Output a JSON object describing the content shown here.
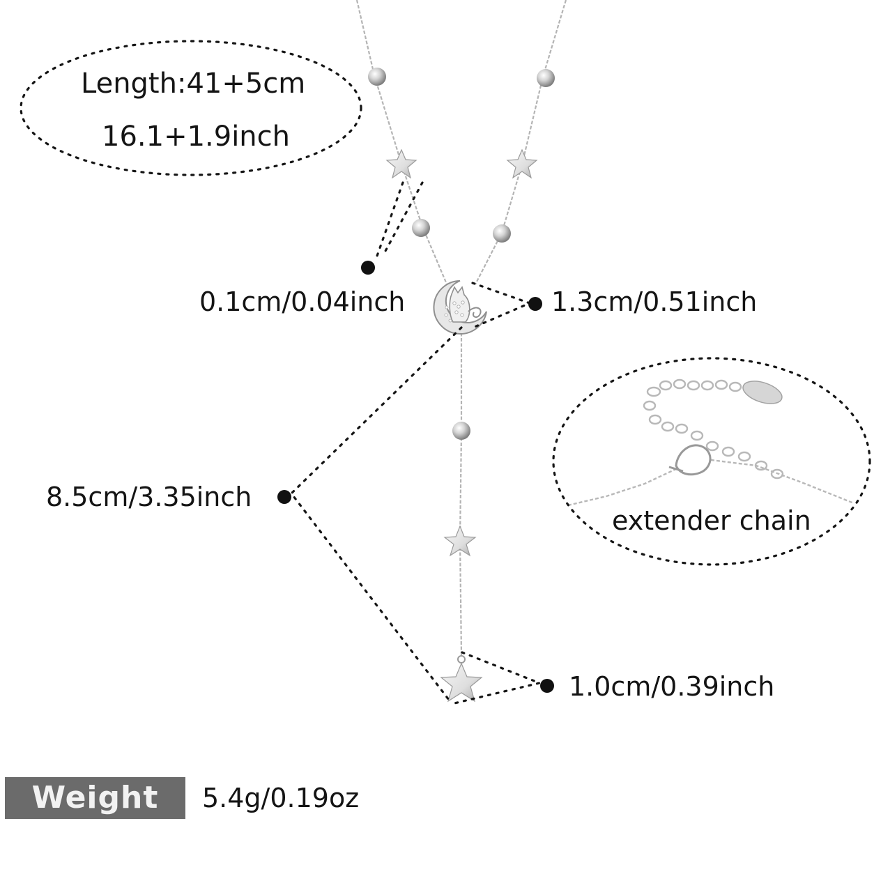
{
  "length_callout": {
    "line1": "Length:41+5cm",
    "line2": "16.1+1.9inch"
  },
  "dimensions": {
    "chain_thickness": "0.1cm/0.04inch",
    "pendant_size": "1.3cm/0.51inch",
    "drop_length": "8.5cm/3.35inch",
    "star_size": "1.0cm/0.39inch"
  },
  "extender": {
    "label": "extender  chain"
  },
  "weight": {
    "title": "Weight",
    "value": "5.4g/0.19oz"
  },
  "colors": {
    "text": "#141414",
    "silver": "#c9c9c9",
    "weight_badge": "#6b6b6b",
    "dots": "#111111"
  }
}
